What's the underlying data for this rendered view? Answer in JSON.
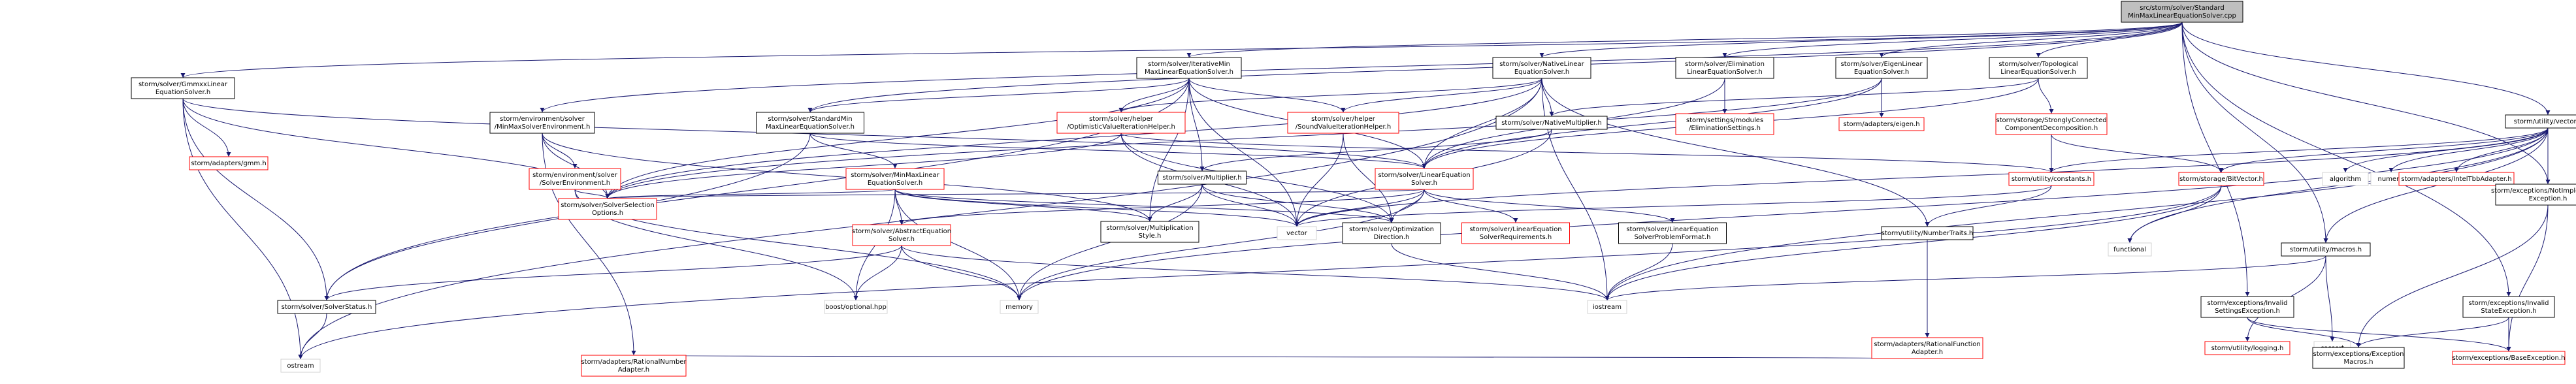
{
  "colors": {
    "edge": "#191970",
    "focus_fill": "#bfbfbf",
    "focus_border": "#000000",
    "documented_border": "#000000",
    "undocumented_border": "#ff0000",
    "external_border": "#d3d3d3",
    "external_text": "#808080"
  },
  "nodes": {
    "root": {
      "lines": [
        "src/storm/solver/Standard",
        "MinMaxLinearEquationSolver.cpp"
      ],
      "kind": "focus"
    },
    "gmmxx": {
      "lines": [
        "storm/solver/GmmxxLinear",
        "EquationSolver.h"
      ],
      "kind": "doc"
    },
    "iterative": {
      "lines": [
        "storm/solver/IterativeMin",
        "MaxLinearEquationSolver.h"
      ],
      "kind": "doc"
    },
    "native": {
      "lines": [
        "storm/solver/NativeLinear",
        "EquationSolver.h"
      ],
      "kind": "doc"
    },
    "elimination": {
      "lines": [
        "storm/solver/Elimination",
        "LinearEquationSolver.h"
      ],
      "kind": "doc"
    },
    "eigen": {
      "lines": [
        "storm/solver/EigenLinear",
        "EquationSolver.h"
      ],
      "kind": "doc"
    },
    "topological": {
      "lines": [
        "storm/solver/Topological",
        "LinearEquationSolver.h"
      ],
      "kind": "doc"
    },
    "envMinMax": {
      "lines": [
        "storm/environment/solver",
        "/MinMaxSolverEnvironment.h"
      ],
      "kind": "doc"
    },
    "stdMinMax": {
      "lines": [
        "storm/solver/StandardMin",
        "MaxLinearEquationSolver.h"
      ],
      "kind": "doc"
    },
    "optimisticHelper": {
      "lines": [
        "storm/solver/helper",
        "/OptimisticValueIterationHelper.h"
      ],
      "kind": "undoc"
    },
    "soundHelper": {
      "lines": [
        "storm/solver/helper",
        "/SoundValueIterationHelper.h"
      ],
      "kind": "undoc"
    },
    "nativeMult": {
      "lines": [
        "storm/solver/NativeMultiplier.h"
      ],
      "kind": "doc"
    },
    "elimSettings": {
      "lines": [
        "storm/settings/modules",
        "/EliminationSettings.h"
      ],
      "kind": "undoc"
    },
    "adaptersEigen": {
      "lines": [
        "storm/adapters/eigen.h"
      ],
      "kind": "undoc"
    },
    "scc": {
      "lines": [
        "storm/storage/StronglyConnected",
        "ComponentDecomposition.h"
      ],
      "kind": "undoc"
    },
    "vectorUtil": {
      "lines": [
        "storm/utility/vector.h"
      ],
      "kind": "doc"
    },
    "adaptersGmm": {
      "lines": [
        "storm/adapters/gmm.h"
      ],
      "kind": "undoc"
    },
    "envSolver": {
      "lines": [
        "storm/environment/solver",
        "/SolverEnvironment.h"
      ],
      "kind": "undoc"
    },
    "minMaxLinear": {
      "lines": [
        "storm/solver/MinMaxLinear",
        "EquationSolver.h"
      ],
      "kind": "undoc"
    },
    "multiplier": {
      "lines": [
        "storm/solver/Multiplier.h"
      ],
      "kind": "doc"
    },
    "linearEq": {
      "lines": [
        "storm/solver/LinearEquation",
        "Solver.h"
      ],
      "kind": "undoc"
    },
    "constants": {
      "lines": [
        "storm/utility/constants.h"
      ],
      "kind": "undoc"
    },
    "bitvector": {
      "lines": [
        "storm/storage/BitVector.h"
      ],
      "kind": "undoc"
    },
    "algorithm": {
      "lines": [
        "algorithm"
      ],
      "kind": "ext"
    },
    "numeric": {
      "lines": [
        "numeric"
      ],
      "kind": "ext"
    },
    "intelTbb": {
      "lines": [
        "storm/adapters/IntelTbbAdapter.h"
      ],
      "kind": "undoc"
    },
    "notImpl": {
      "lines": [
        "storm/exceptions/NotImplemented",
        "Exception.h"
      ],
      "kind": "doc"
    },
    "selectionOpts": {
      "lines": [
        "storm/solver/SolverSelection",
        "Options.h"
      ],
      "kind": "undoc"
    },
    "abstractEq": {
      "lines": [
        "storm/solver/AbstractEquation",
        "Solver.h"
      ],
      "kind": "undoc"
    },
    "multStyle": {
      "lines": [
        "storm/solver/Multiplication",
        "Style.h"
      ],
      "kind": "doc"
    },
    "vector": {
      "lines": [
        "vector"
      ],
      "kind": "ext"
    },
    "optDir": {
      "lines": [
        "storm/solver/Optimization",
        "Direction.h"
      ],
      "kind": "doc"
    },
    "nativeReq": {
      "lines": [
        "storm/solver/LinearEquation",
        "SolverRequirements.h"
      ],
      "kind": "undoc"
    },
    "problemFormat": {
      "lines": [
        "storm/solver/LinearEquation",
        "SolverProblemFormat.h"
      ],
      "kind": "doc"
    },
    "numberTraits": {
      "lines": [
        "storm/utility/NumberTraits.h"
      ],
      "kind": "doc"
    },
    "functional": {
      "lines": [
        "functional"
      ],
      "kind": "ext"
    },
    "macros": {
      "lines": [
        "storm/utility/macros.h"
      ],
      "kind": "doc"
    },
    "invalidSettings": {
      "lines": [
        "storm/exceptions/Invalid",
        "SettingsException.h"
      ],
      "kind": "doc"
    },
    "invalidState": {
      "lines": [
        "storm/exceptions/Invalid",
        "StateException.h"
      ],
      "kind": "doc"
    },
    "solverStatus": {
      "lines": [
        "storm/solver/SolverStatus.h"
      ],
      "kind": "doc"
    },
    "optional": {
      "lines": [
        "boost/optional.hpp"
      ],
      "kind": "ext"
    },
    "memory": {
      "lines": [
        "memory"
      ],
      "kind": "ext"
    },
    "iostream": {
      "lines": [
        "iostream"
      ],
      "kind": "ext"
    },
    "logging": {
      "lines": [
        "storm/utility/logging.h"
      ],
      "kind": "undoc"
    },
    "cassert": {
      "lines": [
        "cassert"
      ],
      "kind": "ext"
    },
    "rationalFunc": {
      "lines": [
        "storm/adapters/RationalFunction",
        "Adapter.h"
      ],
      "kind": "undoc"
    },
    "excMacros": {
      "lines": [
        "storm/exceptions/Exception",
        "Macros.h"
      ],
      "kind": "doc"
    },
    "baseExc": {
      "lines": [
        "storm/exceptions/BaseException.h"
      ],
      "kind": "undoc"
    },
    "ostream": {
      "lines": [
        "ostream"
      ],
      "kind": "ext"
    },
    "rationalNum": {
      "lines": [
        "storm/adapters/RationalNumber",
        "Adapter.h"
      ],
      "kind": "undoc"
    }
  },
  "edges": [
    [
      "root",
      "gmmxx"
    ],
    [
      "root",
      "iterative"
    ],
    [
      "root",
      "native"
    ],
    [
      "root",
      "elimination"
    ],
    [
      "root",
      "eigen"
    ],
    [
      "root",
      "topological"
    ],
    [
      "root",
      "envMinMax"
    ],
    [
      "root",
      "stdMinMax"
    ],
    [
      "root",
      "vectorUtil"
    ],
    [
      "root",
      "notImpl"
    ],
    [
      "root",
      "invalidSettings"
    ],
    [
      "root",
      "invalidState"
    ],
    [
      "root",
      "macros"
    ],
    [
      "gmmxx",
      "adaptersGmm"
    ],
    [
      "gmmxx",
      "linearEq"
    ],
    [
      "gmmxx",
      "solverStatus"
    ],
    [
      "gmmxx",
      "selectionOpts"
    ],
    [
      "gmmxx",
      "ostream"
    ],
    [
      "iterative",
      "stdMinMax"
    ],
    [
      "iterative",
      "optimisticHelper"
    ],
    [
      "iterative",
      "soundHelper"
    ],
    [
      "iterative",
      "linearEq"
    ],
    [
      "iterative",
      "multiplier"
    ],
    [
      "iterative",
      "solverStatus"
    ],
    [
      "iterative",
      "selectionOpts"
    ],
    [
      "iterative",
      "vector"
    ],
    [
      "iterative",
      "multStyle"
    ],
    [
      "native",
      "nativeMult"
    ],
    [
      "native",
      "linearEq"
    ],
    [
      "native",
      "optimisticHelper"
    ],
    [
      "native",
      "soundHelper"
    ],
    [
      "native",
      "selectionOpts"
    ],
    [
      "native",
      "numberTraits"
    ],
    [
      "native",
      "iostream"
    ],
    [
      "native",
      "ostream"
    ],
    [
      "elimination",
      "linearEq"
    ],
    [
      "elimination",
      "elimSettings"
    ],
    [
      "eigen",
      "adaptersEigen"
    ],
    [
      "eigen",
      "linearEq"
    ],
    [
      "eigen",
      "selectionOpts"
    ],
    [
      "topological",
      "scc"
    ],
    [
      "topological",
      "linearEq"
    ],
    [
      "topological",
      "nativeMult"
    ],
    [
      "envMinMax",
      "envSolver"
    ],
    [
      "envMinMax",
      "selectionOpts"
    ],
    [
      "envMinMax",
      "multStyle"
    ],
    [
      "envMinMax",
      "rationalNum"
    ],
    [
      "stdMinMax",
      "minMaxLinear"
    ],
    [
      "stdMinMax",
      "linearEq"
    ],
    [
      "stdMinMax",
      "solverStatus"
    ],
    [
      "optimisticHelper",
      "optDir"
    ],
    [
      "optimisticHelper",
      "vector"
    ],
    [
      "optimisticHelper",
      "constants"
    ],
    [
      "optimisticHelper",
      "selectionOpts"
    ],
    [
      "soundHelper",
      "optDir"
    ],
    [
      "soundHelper",
      "vector"
    ],
    [
      "nativeMult",
      "multiplier"
    ],
    [
      "nativeMult",
      "vector"
    ],
    [
      "scc",
      "bitvector"
    ],
    [
      "scc",
      "constants"
    ],
    [
      "vectorUtil",
      "constants"
    ],
    [
      "vectorUtil",
      "bitvector"
    ],
    [
      "vectorUtil",
      "algorithm"
    ],
    [
      "vectorUtil",
      "numeric"
    ],
    [
      "vectorUtil",
      "intelTbb"
    ],
    [
      "vectorUtil",
      "functional"
    ],
    [
      "vectorUtil",
      "macros"
    ],
    [
      "vectorUtil",
      "notImpl"
    ],
    [
      "vectorUtil",
      "vector"
    ],
    [
      "vectorUtil",
      "iostream"
    ],
    [
      "vectorUtil",
      "memory"
    ],
    [
      "envSolver",
      "selectionOpts"
    ],
    [
      "envSolver",
      "optional"
    ],
    [
      "envSolver",
      "memory"
    ],
    [
      "minMaxLinear",
      "abstractEq"
    ],
    [
      "minMaxLinear",
      "selectionOpts"
    ],
    [
      "minMaxLinear",
      "multStyle"
    ],
    [
      "minMaxLinear",
      "optDir"
    ],
    [
      "minMaxLinear",
      "vector"
    ],
    [
      "minMaxLinear",
      "optional"
    ],
    [
      "minMaxLinear",
      "memory"
    ],
    [
      "multiplier",
      "multStyle"
    ],
    [
      "multiplier",
      "optDir"
    ],
    [
      "multiplier",
      "vector"
    ],
    [
      "multiplier",
      "memory"
    ],
    [
      "linearEq",
      "abstractEq"
    ],
    [
      "linearEq",
      "selectionOpts"
    ],
    [
      "linearEq",
      "nativeReq"
    ],
    [
      "linearEq",
      "problemFormat"
    ],
    [
      "linearEq",
      "optDir"
    ],
    [
      "linearEq",
      "vector"
    ],
    [
      "linearEq",
      "memory"
    ],
    [
      "constants",
      "numberTraits"
    ],
    [
      "constants",
      "vector"
    ],
    [
      "bitvector",
      "functional"
    ],
    [
      "bitvector",
      "iostream"
    ],
    [
      "bitvector",
      "ostream"
    ],
    [
      "notImpl",
      "excMacros"
    ],
    [
      "notImpl",
      "baseExc"
    ],
    [
      "abstractEq",
      "solverStatus"
    ],
    [
      "abstractEq",
      "optional"
    ],
    [
      "abstractEq",
      "memory"
    ],
    [
      "abstractEq",
      "iostream"
    ],
    [
      "optDir",
      "iostream"
    ],
    [
      "problemFormat",
      "iostream"
    ],
    [
      "numberTraits",
      "rationalFunc"
    ],
    [
      "macros",
      "logging"
    ],
    [
      "macros",
      "cassert"
    ],
    [
      "macros",
      "iostream"
    ],
    [
      "invalidSettings",
      "excMacros"
    ],
    [
      "invalidSettings",
      "baseExc"
    ],
    [
      "invalidState",
      "excMacros"
    ],
    [
      "invalidState",
      "baseExc"
    ],
    [
      "solverStatus",
      "ostream"
    ],
    [
      "rationalFunc",
      "rationalNum"
    ]
  ]
}
